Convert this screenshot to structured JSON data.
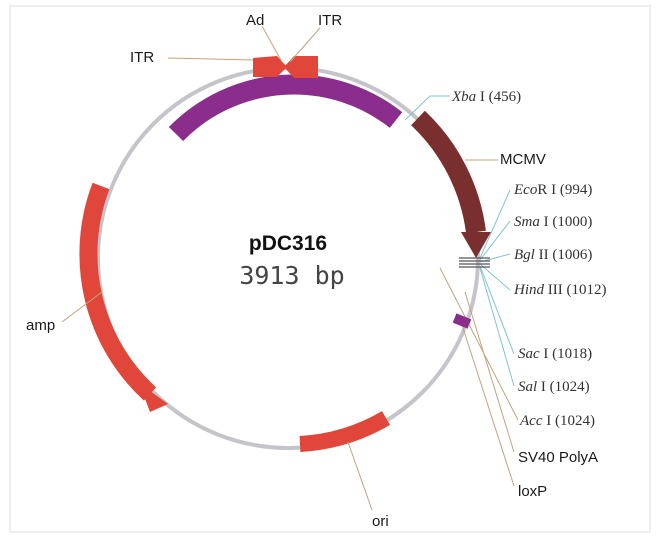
{
  "plasmid": {
    "name": "pDC316",
    "size_label": "3913 bp"
  },
  "features": {
    "ad": "Ad",
    "itr_right": "ITR",
    "itr_left": "ITR",
    "mcmv": "MCMV",
    "amp": "amp",
    "ori": "ori",
    "sv40": "SV40 PolyA",
    "loxp": "loxP"
  },
  "sites": {
    "xba": {
      "name": "Xba",
      "suffix": " I (456)"
    },
    "eco": {
      "name": "Eco",
      "suffix": "R I (994)"
    },
    "sma": {
      "name": "Sma",
      "suffix": " I (1000)"
    },
    "bgl": {
      "name": "Bgl",
      "suffix": " II (1006)"
    },
    "hind": {
      "name": "Hind",
      "suffix": " III (1012)"
    },
    "sac": {
      "name": "Sac",
      "suffix": " I (1018)"
    },
    "sal": {
      "name": "Sal",
      "suffix": " I (1024)"
    },
    "acc": {
      "name": "Acc",
      "suffix": " I (1024)"
    }
  },
  "colors": {
    "backbone": "#b4b4bc",
    "red_feature": "#e0463a",
    "purple_feature": "#8a2d8c",
    "mcmv_feature": "#7a2f2f",
    "site_line": "#7fc4d4",
    "tan_line": "#c4a27a"
  }
}
